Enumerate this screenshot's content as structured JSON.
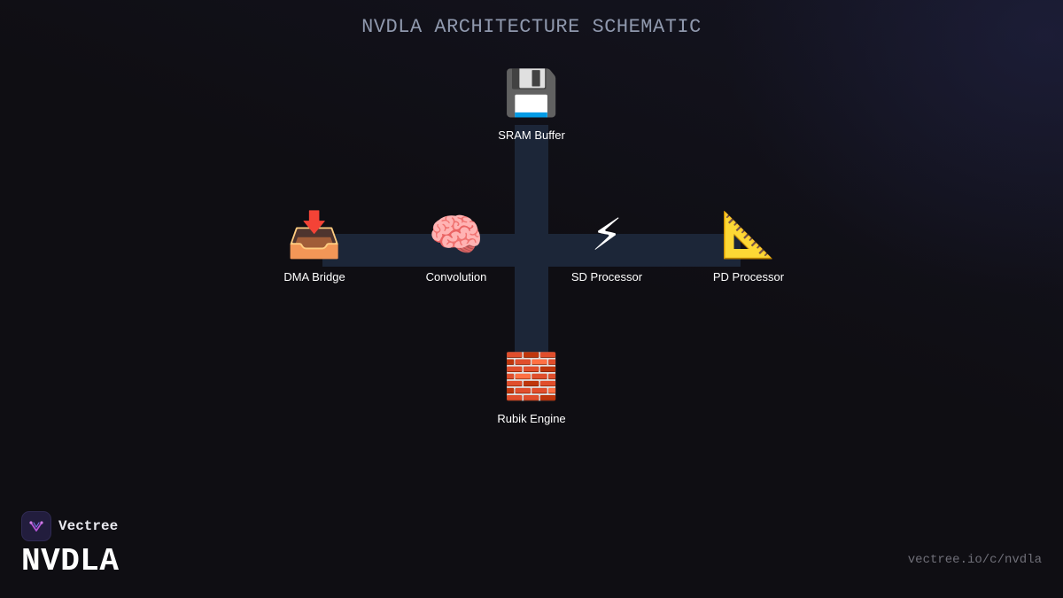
{
  "header": {
    "title": "NVDLA ARCHITECTURE SCHEMATIC"
  },
  "diagram": {
    "nodes": [
      {
        "id": "sram",
        "label": "SRAM Buffer",
        "icon": "floppy-disk-icon",
        "glyph": "💾"
      },
      {
        "id": "dma",
        "label": "DMA Bridge",
        "icon": "inbox-tray-icon",
        "glyph": "📥"
      },
      {
        "id": "conv",
        "label": "Convolution",
        "icon": "brain-icon",
        "glyph": "🧠"
      },
      {
        "id": "sd",
        "label": "SD Processor",
        "icon": "lightning-icon",
        "glyph": "⚡"
      },
      {
        "id": "pd",
        "label": "PD Processor",
        "icon": "triangular-ruler-icon",
        "glyph": "📐"
      },
      {
        "id": "rubik",
        "label": "Rubik Engine",
        "icon": "brick-icon",
        "glyph": "🧱"
      }
    ],
    "bus_color": "#1c2638"
  },
  "footer": {
    "brand": "Vectree",
    "product": "NVDLA",
    "url": "vectree.io/c/nvdla"
  },
  "colors": {
    "background": "#0f0e13",
    "title": "#8f98ad",
    "logo_accent": "#b455d6"
  }
}
